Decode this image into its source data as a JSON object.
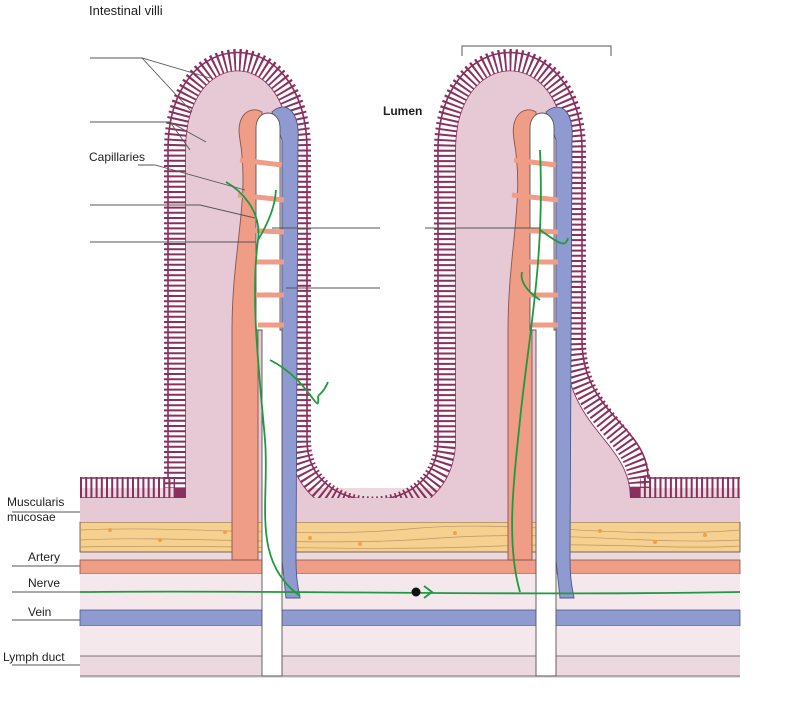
{
  "figure": {
    "title": "Intestinal villi",
    "lumen_label": "Lumen",
    "labels": {
      "capillaries": "Capillaries",
      "muscularis_line1": "Muscularis",
      "muscularis_line2": "mucosae",
      "artery": "Artery",
      "nerve": "Nerve",
      "vein": "Vein",
      "lymph_duct": "Lymph duct"
    }
  },
  "colors": {
    "epithelium": "#8a2f5e",
    "epithelium_fill": "#fbe9ee",
    "lamina_propria": "#e6c9d4",
    "artery": "#ef9d86",
    "vein": "#8e9ad0",
    "lacteal": "#ffffff",
    "nerve": "#1f9a3e",
    "muscularis": "#f6d08e",
    "muscularis_dot": "#f0a04a",
    "tissue_band_light": "#f4e8ec"
  }
}
